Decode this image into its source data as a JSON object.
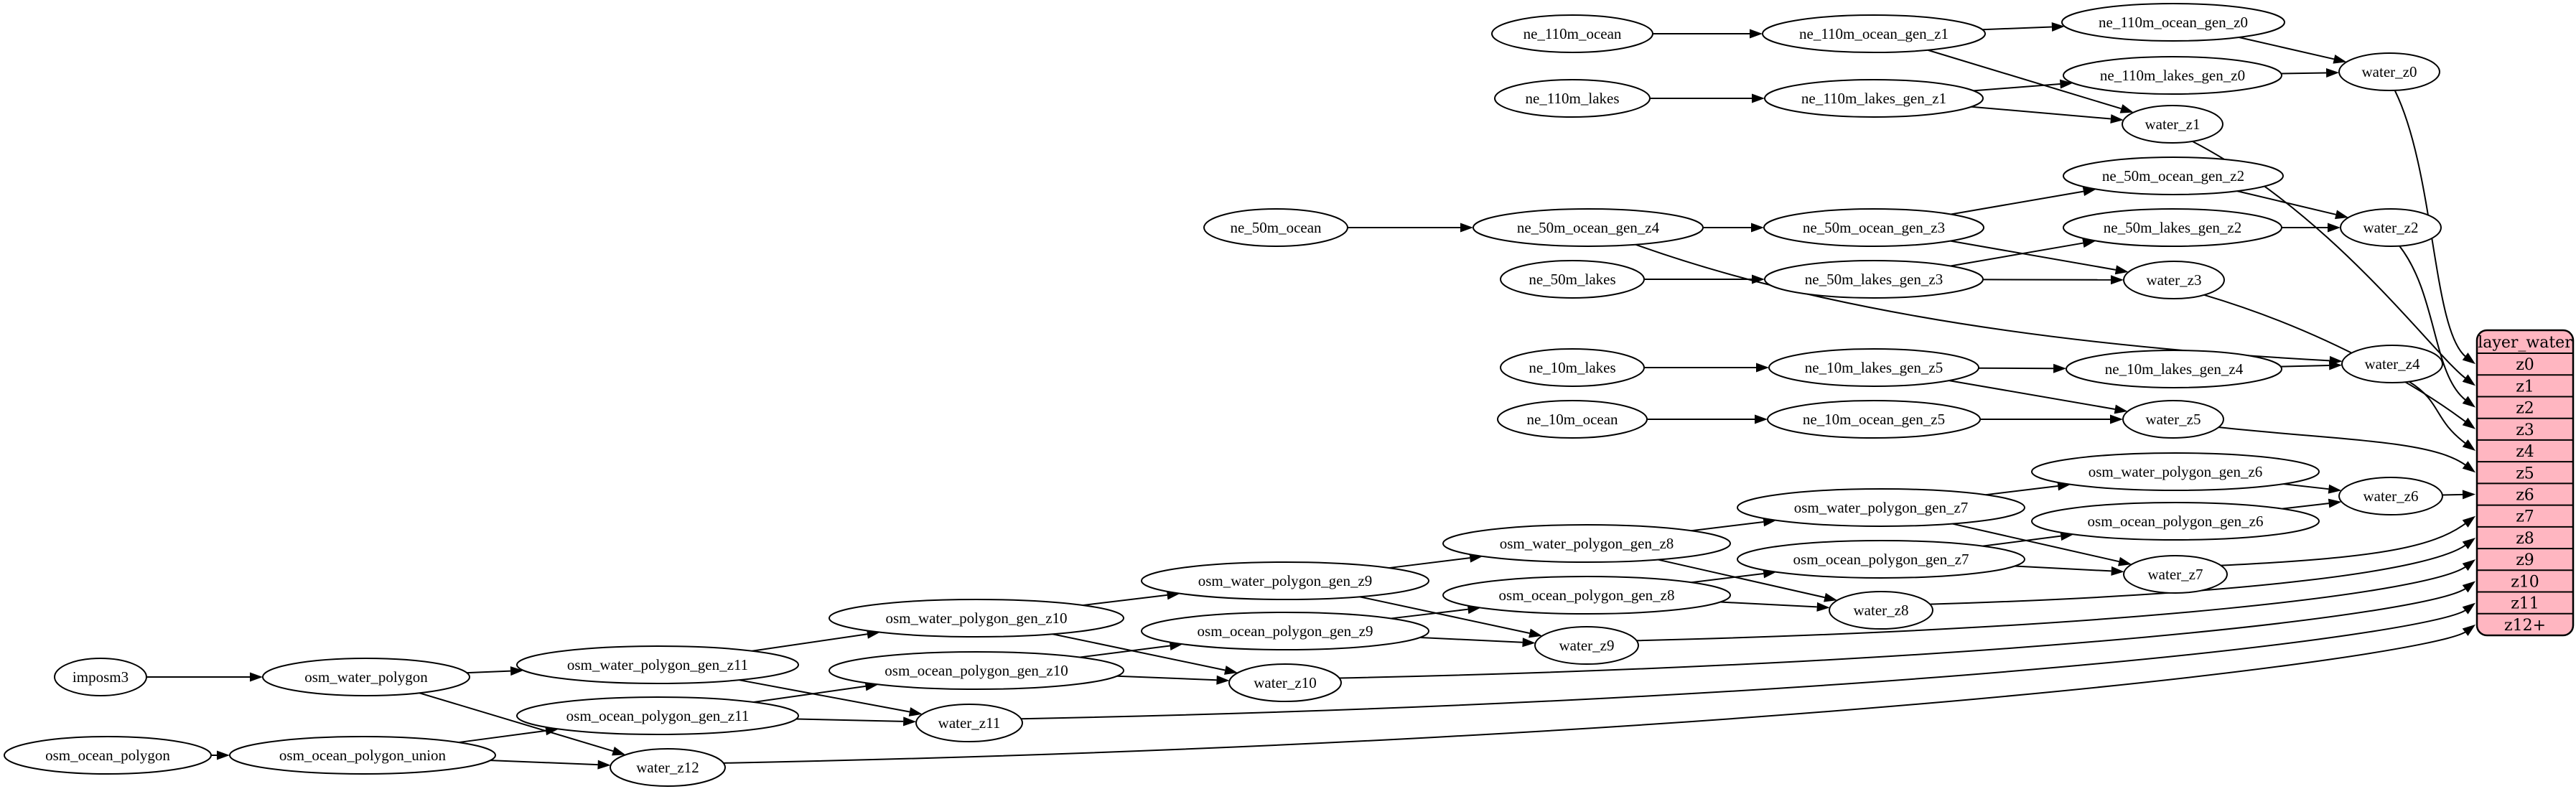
{
  "diagram": {
    "colors": {
      "record_fill": "#ffb6c1",
      "node_fill": "#ffffff",
      "edge": "#000000"
    },
    "record": {
      "header": "layer_water",
      "rows": [
        "z0",
        "z1",
        "z2",
        "z3",
        "z4",
        "z5",
        "z6",
        "z7",
        "z8",
        "z9",
        "z10",
        "z11",
        "z12+"
      ]
    },
    "nodes": [
      {
        "id": "ne_110m_ocean",
        "label": "ne_110m_ocean"
      },
      {
        "id": "ne_110m_ocean_gen_z1",
        "label": "ne_110m_ocean_gen_z1"
      },
      {
        "id": "ne_110m_ocean_gen_z0",
        "label": "ne_110m_ocean_gen_z0"
      },
      {
        "id": "ne_110m_lakes",
        "label": "ne_110m_lakes"
      },
      {
        "id": "ne_110m_lakes_gen_z1",
        "label": "ne_110m_lakes_gen_z1"
      },
      {
        "id": "ne_110m_lakes_gen_z0",
        "label": "ne_110m_lakes_gen_z0"
      },
      {
        "id": "water_z0",
        "label": "water_z0"
      },
      {
        "id": "water_z1",
        "label": "water_z1"
      },
      {
        "id": "ne_50m_ocean",
        "label": "ne_50m_ocean"
      },
      {
        "id": "ne_50m_ocean_gen_z4",
        "label": "ne_50m_ocean_gen_z4"
      },
      {
        "id": "ne_50m_ocean_gen_z3",
        "label": "ne_50m_ocean_gen_z3"
      },
      {
        "id": "ne_50m_ocean_gen_z2",
        "label": "ne_50m_ocean_gen_z2"
      },
      {
        "id": "ne_50m_lakes",
        "label": "ne_50m_lakes"
      },
      {
        "id": "ne_50m_lakes_gen_z3",
        "label": "ne_50m_lakes_gen_z3"
      },
      {
        "id": "ne_50m_lakes_gen_z2",
        "label": "ne_50m_lakes_gen_z2"
      },
      {
        "id": "water_z2",
        "label": "water_z2"
      },
      {
        "id": "water_z3",
        "label": "water_z3"
      },
      {
        "id": "water_z4",
        "label": "water_z4"
      },
      {
        "id": "ne_10m_lakes",
        "label": "ne_10m_lakes"
      },
      {
        "id": "ne_10m_lakes_gen_z5",
        "label": "ne_10m_lakes_gen_z5"
      },
      {
        "id": "ne_10m_lakes_gen_z4",
        "label": "ne_10m_lakes_gen_z4"
      },
      {
        "id": "ne_10m_ocean",
        "label": "ne_10m_ocean"
      },
      {
        "id": "ne_10m_ocean_gen_z5",
        "label": "ne_10m_ocean_gen_z5"
      },
      {
        "id": "water_z5",
        "label": "water_z5"
      },
      {
        "id": "osm_water_polygon_gen_z6",
        "label": "osm_water_polygon_gen_z6"
      },
      {
        "id": "osm_ocean_polygon_gen_z6",
        "label": "osm_ocean_polygon_gen_z6"
      },
      {
        "id": "osm_water_polygon_gen_z7",
        "label": "osm_water_polygon_gen_z7"
      },
      {
        "id": "osm_ocean_polygon_gen_z7",
        "label": "osm_ocean_polygon_gen_z7"
      },
      {
        "id": "water_z6",
        "label": "water_z6"
      },
      {
        "id": "water_z7",
        "label": "water_z7"
      },
      {
        "id": "osm_water_polygon_gen_z8",
        "label": "osm_water_polygon_gen_z8"
      },
      {
        "id": "osm_ocean_polygon_gen_z8",
        "label": "osm_ocean_polygon_gen_z8"
      },
      {
        "id": "water_z8",
        "label": "water_z8"
      },
      {
        "id": "osm_water_polygon_gen_z9",
        "label": "osm_water_polygon_gen_z9"
      },
      {
        "id": "osm_ocean_polygon_gen_z9",
        "label": "osm_ocean_polygon_gen_z9"
      },
      {
        "id": "water_z9",
        "label": "water_z9"
      },
      {
        "id": "osm_water_polygon_gen_z10",
        "label": "osm_water_polygon_gen_z10"
      },
      {
        "id": "osm_ocean_polygon_gen_z10",
        "label": "osm_ocean_polygon_gen_z10"
      },
      {
        "id": "water_z10",
        "label": "water_z10"
      },
      {
        "id": "osm_water_polygon_gen_z11",
        "label": "osm_water_polygon_gen_z11"
      },
      {
        "id": "osm_ocean_polygon_gen_z11",
        "label": "osm_ocean_polygon_gen_z11"
      },
      {
        "id": "water_z11",
        "label": "water_z11"
      },
      {
        "id": "water_z12",
        "label": "water_z12"
      },
      {
        "id": "imposm3",
        "label": "imposm3"
      },
      {
        "id": "osm_water_polygon",
        "label": "osm_water_polygon"
      },
      {
        "id": "osm_ocean_polygon",
        "label": "osm_ocean_polygon"
      },
      {
        "id": "osm_ocean_polygon_union",
        "label": "osm_ocean_polygon_union"
      }
    ],
    "edges": [
      {
        "from": "ne_110m_ocean",
        "to": "ne_110m_ocean_gen_z1"
      },
      {
        "from": "ne_110m_ocean_gen_z1",
        "to": "ne_110m_ocean_gen_z0"
      },
      {
        "from": "ne_110m_ocean_gen_z1",
        "to": "water_z1"
      },
      {
        "from": "ne_110m_ocean_gen_z0",
        "to": "water_z0"
      },
      {
        "from": "ne_110m_lakes",
        "to": "ne_110m_lakes_gen_z1"
      },
      {
        "from": "ne_110m_lakes_gen_z1",
        "to": "ne_110m_lakes_gen_z0"
      },
      {
        "from": "ne_110m_lakes_gen_z1",
        "to": "water_z1"
      },
      {
        "from": "ne_110m_lakes_gen_z0",
        "to": "water_z0"
      },
      {
        "from": "water_z0",
        "to": "layer_water:z0"
      },
      {
        "from": "water_z1",
        "to": "layer_water:z1"
      },
      {
        "from": "ne_50m_ocean",
        "to": "ne_50m_ocean_gen_z4"
      },
      {
        "from": "ne_50m_ocean_gen_z4",
        "to": "ne_50m_ocean_gen_z3"
      },
      {
        "from": "ne_50m_ocean_gen_z4",
        "to": "water_z4"
      },
      {
        "from": "ne_50m_ocean_gen_z3",
        "to": "ne_50m_ocean_gen_z2"
      },
      {
        "from": "ne_50m_ocean_gen_z3",
        "to": "water_z3"
      },
      {
        "from": "ne_50m_ocean_gen_z2",
        "to": "water_z2"
      },
      {
        "from": "ne_50m_lakes",
        "to": "ne_50m_lakes_gen_z3"
      },
      {
        "from": "ne_50m_lakes_gen_z3",
        "to": "ne_50m_lakes_gen_z2"
      },
      {
        "from": "ne_50m_lakes_gen_z3",
        "to": "water_z3"
      },
      {
        "from": "ne_50m_lakes_gen_z2",
        "to": "water_z2"
      },
      {
        "from": "water_z2",
        "to": "layer_water:z2"
      },
      {
        "from": "water_z3",
        "to": "layer_water:z3"
      },
      {
        "from": "water_z4",
        "to": "layer_water:z4"
      },
      {
        "from": "ne_10m_lakes",
        "to": "ne_10m_lakes_gen_z5"
      },
      {
        "from": "ne_10m_lakes_gen_z5",
        "to": "ne_10m_lakes_gen_z4"
      },
      {
        "from": "ne_10m_lakes_gen_z5",
        "to": "water_z5"
      },
      {
        "from": "ne_10m_lakes_gen_z4",
        "to": "water_z4"
      },
      {
        "from": "ne_10m_ocean",
        "to": "ne_10m_ocean_gen_z5"
      },
      {
        "from": "ne_10m_ocean_gen_z5",
        "to": "water_z5"
      },
      {
        "from": "water_z5",
        "to": "layer_water:z5"
      },
      {
        "from": "imposm3",
        "to": "osm_water_polygon"
      },
      {
        "from": "osm_water_polygon",
        "to": "osm_water_polygon_gen_z11"
      },
      {
        "from": "osm_water_polygon",
        "to": "water_z12"
      },
      {
        "from": "osm_ocean_polygon",
        "to": "osm_ocean_polygon_union"
      },
      {
        "from": "osm_ocean_polygon_union",
        "to": "osm_ocean_polygon_gen_z11"
      },
      {
        "from": "osm_ocean_polygon_union",
        "to": "water_z12"
      },
      {
        "from": "osm_water_polygon_gen_z11",
        "to": "osm_water_polygon_gen_z10"
      },
      {
        "from": "osm_water_polygon_gen_z11",
        "to": "water_z11"
      },
      {
        "from": "osm_ocean_polygon_gen_z11",
        "to": "osm_ocean_polygon_gen_z10"
      },
      {
        "from": "osm_ocean_polygon_gen_z11",
        "to": "water_z11"
      },
      {
        "from": "osm_water_polygon_gen_z10",
        "to": "osm_water_polygon_gen_z9"
      },
      {
        "from": "osm_water_polygon_gen_z10",
        "to": "water_z10"
      },
      {
        "from": "osm_ocean_polygon_gen_z10",
        "to": "osm_ocean_polygon_gen_z9"
      },
      {
        "from": "osm_ocean_polygon_gen_z10",
        "to": "water_z10"
      },
      {
        "from": "osm_water_polygon_gen_z9",
        "to": "osm_water_polygon_gen_z8"
      },
      {
        "from": "osm_water_polygon_gen_z9",
        "to": "water_z9"
      },
      {
        "from": "osm_ocean_polygon_gen_z9",
        "to": "osm_ocean_polygon_gen_z8"
      },
      {
        "from": "osm_ocean_polygon_gen_z9",
        "to": "water_z9"
      },
      {
        "from": "osm_water_polygon_gen_z8",
        "to": "osm_water_polygon_gen_z7"
      },
      {
        "from": "osm_water_polygon_gen_z8",
        "to": "water_z8"
      },
      {
        "from": "osm_ocean_polygon_gen_z8",
        "to": "osm_ocean_polygon_gen_z7"
      },
      {
        "from": "osm_ocean_polygon_gen_z8",
        "to": "water_z8"
      },
      {
        "from": "osm_water_polygon_gen_z7",
        "to": "osm_water_polygon_gen_z6"
      },
      {
        "from": "osm_water_polygon_gen_z7",
        "to": "water_z7"
      },
      {
        "from": "osm_ocean_polygon_gen_z7",
        "to": "osm_ocean_polygon_gen_z6"
      },
      {
        "from": "osm_ocean_polygon_gen_z7",
        "to": "water_z7"
      },
      {
        "from": "osm_water_polygon_gen_z6",
        "to": "water_z6"
      },
      {
        "from": "osm_ocean_polygon_gen_z6",
        "to": "water_z6"
      },
      {
        "from": "water_z6",
        "to": "layer_water:z6"
      },
      {
        "from": "water_z7",
        "to": "layer_water:z7"
      },
      {
        "from": "water_z8",
        "to": "layer_water:z8"
      },
      {
        "from": "water_z9",
        "to": "layer_water:z9"
      },
      {
        "from": "water_z10",
        "to": "layer_water:z10"
      },
      {
        "from": "water_z11",
        "to": "layer_water:z11"
      },
      {
        "from": "water_z12",
        "to": "layer_water:z12+"
      }
    ]
  }
}
